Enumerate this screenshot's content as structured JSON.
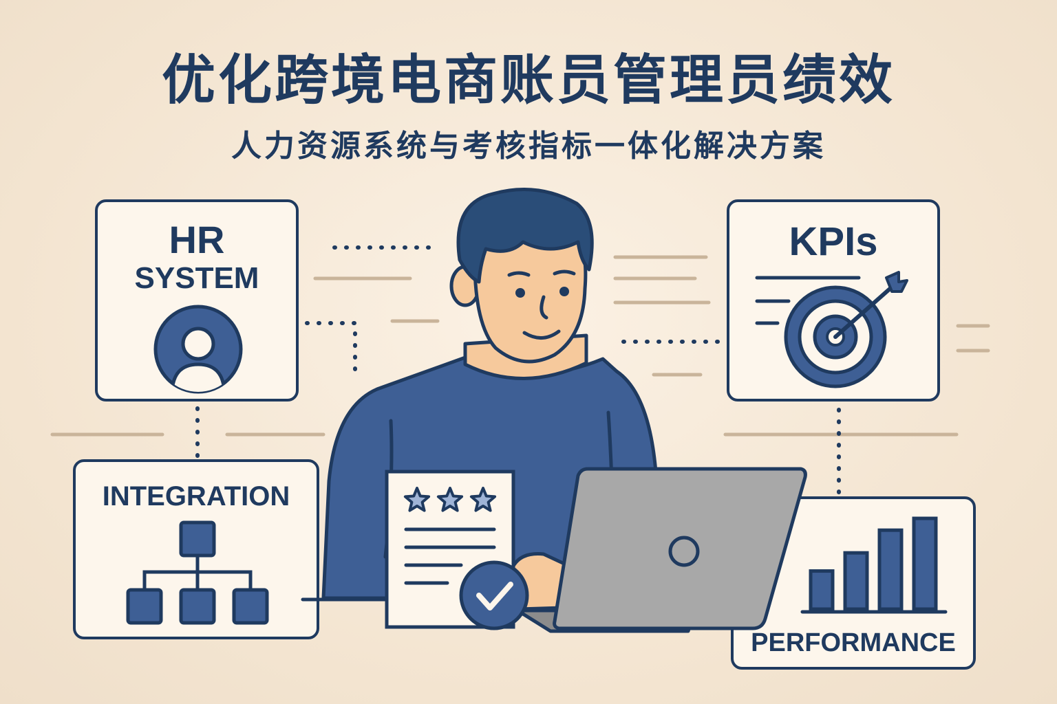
{
  "header": {
    "title": "优化跨境电商账员管理员绩效",
    "subtitle": "人力资源系统与考核指标一体化解决方案"
  },
  "cards": {
    "hr": {
      "line1": "HR",
      "line2": "SYSTEM",
      "icon": "user-icon"
    },
    "kpi": {
      "label": "KPIs",
      "icon": "target-icon"
    },
    "integration": {
      "label": "INTEGRATION",
      "icon": "org-chart-icon"
    },
    "performance": {
      "label": "PERFORMANCE",
      "icon": "bar-chart-icon",
      "bar_levels": [
        0.42,
        0.62,
        0.87,
        1.0
      ]
    }
  },
  "rating_document": {
    "stars": 3,
    "icon": "checkmark-icon"
  },
  "colors": {
    "navy": "#1f3a5f",
    "blue": "#3e5f95",
    "background": "#f5e8d6",
    "card": "#fdf6ec",
    "laptop": "#a8a8a8",
    "skin": "#f6c99c",
    "line": "#c9b49a"
  }
}
